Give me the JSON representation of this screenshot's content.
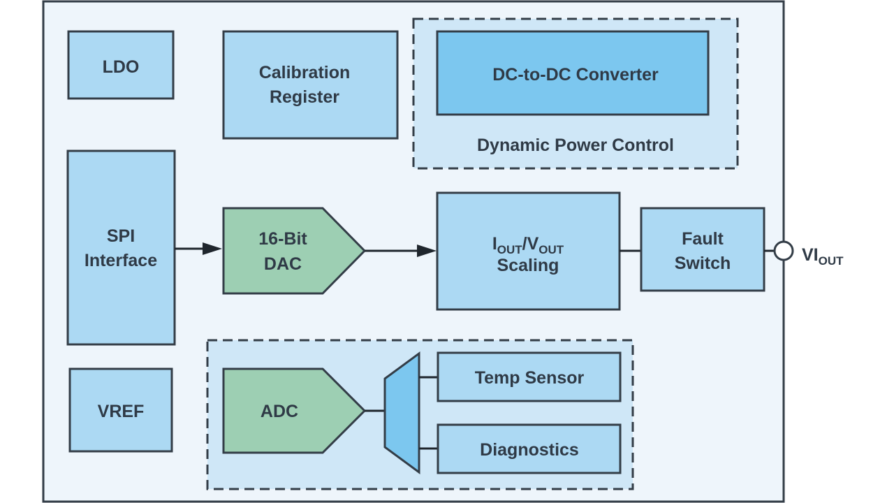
{
  "blocks": {
    "ldo": "LDO",
    "calibration": [
      "Calibration",
      "Register"
    ],
    "dcdc": "DC-to-DC Converter",
    "dynamic_power": "Dynamic Power Control",
    "spi": [
      "SPI",
      "Interface"
    ],
    "dac": [
      "16-Bit",
      "DAC"
    ],
    "scaling": {
      "i": "I",
      "i_sub": "OUT",
      "sep": "/V",
      "v_sub": "OUT",
      "line2": "Scaling"
    },
    "fault": [
      "Fault",
      "Switch"
    ],
    "vref": "VREF",
    "adc": "ADC",
    "temp": "Temp Sensor",
    "diagnostics": "Diagnostics"
  },
  "output_pin": {
    "main": "VI",
    "sub": "OUT"
  },
  "colors": {
    "block": "#acd9f3",
    "dcdc": "#7cc7ef",
    "converter": "#9dcfb3",
    "group": "#cfe7f7",
    "background": "#eef5fb",
    "stroke": "#333d47"
  }
}
